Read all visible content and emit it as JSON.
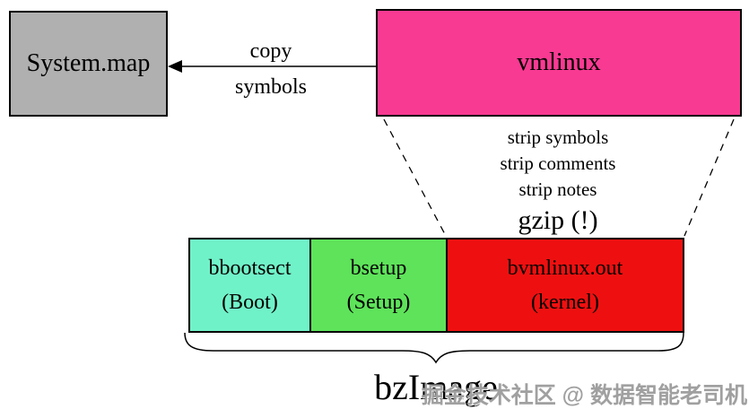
{
  "diagram": {
    "nodes": {
      "system_map": {
        "label": "System.map",
        "fill": "#b0b0b0"
      },
      "vmlinux": {
        "label": "vmlinux",
        "fill": "#f93a92"
      },
      "bbootsect": {
        "label": "bbootsect",
        "sublabel": "(Boot)",
        "fill": "#70f2c8"
      },
      "bsetup": {
        "label": "bsetup",
        "sublabel": "(Setup)",
        "fill": "#5ee35a"
      },
      "bvmlinux_out": {
        "label": "bvmlinux.out",
        "sublabel": "(kernel)",
        "fill": "#ee1010"
      }
    },
    "arrow_labels": {
      "top": "copy",
      "bottom": "symbols"
    },
    "steps": [
      "strip symbols",
      "strip comments",
      "strip notes",
      "gzip (!)"
    ],
    "result_label": "bzImage",
    "watermark": "掘金技术社区 @ 数据智能老司机",
    "colors": {
      "line": "#000000",
      "watermark": "#989898"
    }
  }
}
